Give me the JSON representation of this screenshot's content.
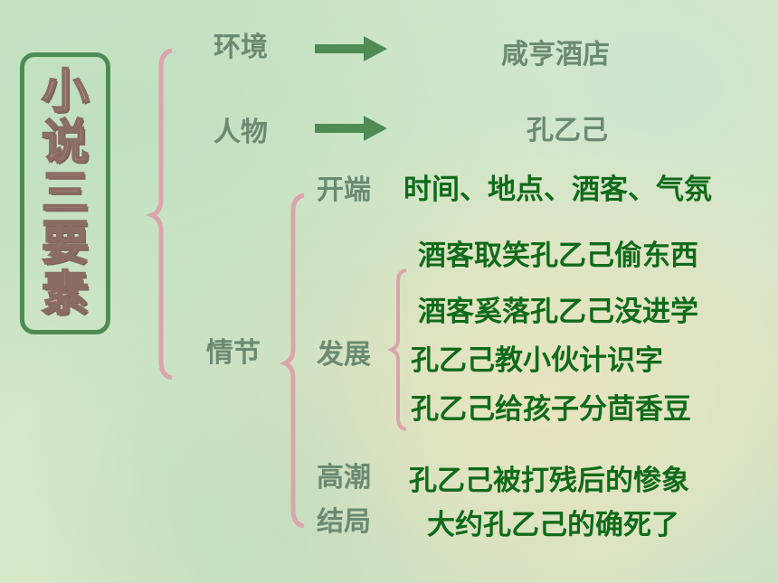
{
  "title": "小说三要素",
  "title_chars": [
    "小",
    "说",
    "三",
    "要",
    "素"
  ],
  "elements": {
    "environment": {
      "label": "环境",
      "value": "咸亨酒店"
    },
    "character": {
      "label": "人物",
      "value": "孔乙己"
    },
    "plot": {
      "label": "情节",
      "beginning": {
        "label": "开端",
        "value": "时间、地点、酒客、气氛"
      },
      "development": {
        "label": "发展",
        "items": [
          "酒客取笑孔乙己偷东西",
          "酒客奚落孔乙己没进学",
          "孔乙己教小伙计识字",
          "孔乙己给孩子分茴香豆"
        ]
      },
      "climax": {
        "label": "高潮",
        "value": "孔乙己被打残后的惨象"
      },
      "ending": {
        "label": "结局",
        "value": "大约孔乙己的确死了"
      }
    }
  },
  "colors": {
    "label_gray": "#6a8a72",
    "text_green": "#0f6b1a",
    "arrow_green": "#4e8c54",
    "title_fill": "#c8a89a"
  }
}
